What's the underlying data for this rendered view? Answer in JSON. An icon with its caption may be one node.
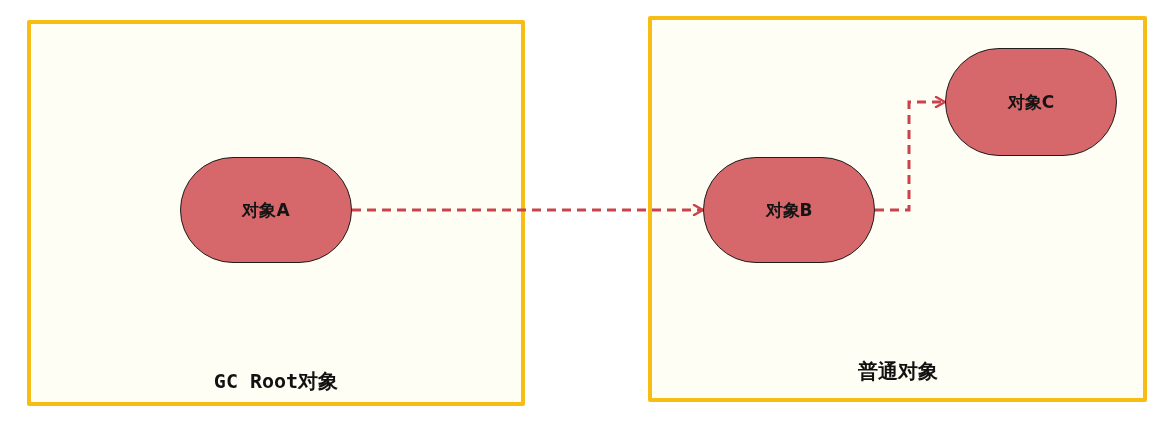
{
  "diagram": {
    "nodes": [
      {
        "text": [
          "GC Root对象"
        ]
      },
      {
        "text": [
          "对象A"
        ],
        "in": 0
      },
      {
        "text": [
          "普通对象"
        ]
      },
      {
        "text": [
          "对象B"
        ],
        "in": 2
      },
      {
        "text": [
          "对象C"
        ],
        "in": 2
      }
    ],
    "edges": [
      {
        "from": 1,
        "to": 3,
        "arrow": "to",
        "style": "dashed"
      },
      {
        "from": 3,
        "to": 4,
        "arrow": "to",
        "style": "dashed"
      }
    ]
  }
}
